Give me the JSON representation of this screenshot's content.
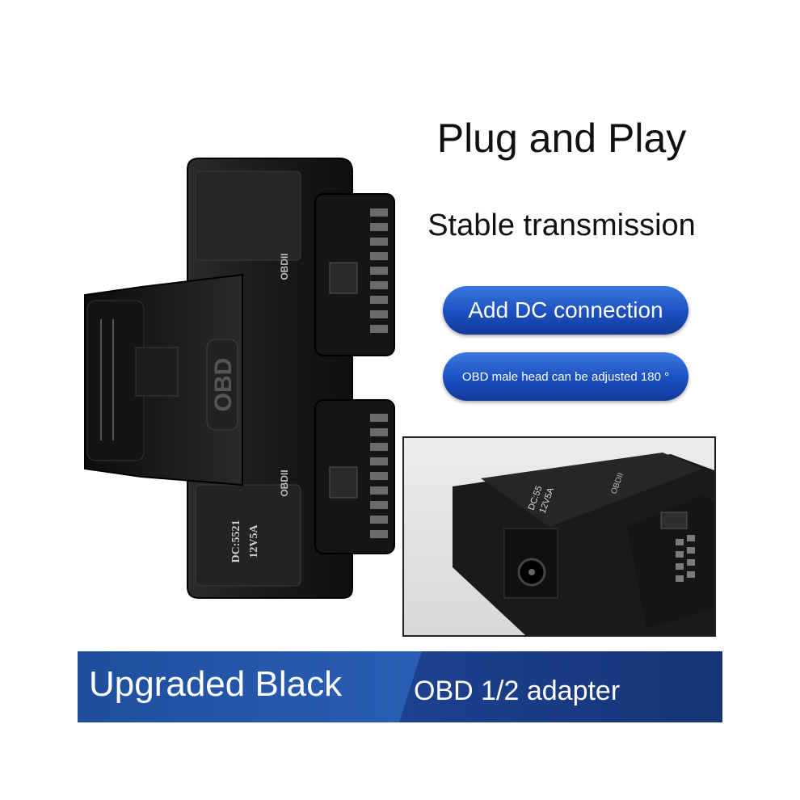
{
  "headline": "Plug and Play",
  "subheadline": "Stable transmission",
  "badges": [
    "Add DC connection",
    "OBD male head can be adjusted 180 °"
  ],
  "product_labels": {
    "obd_logo": "OBD",
    "port_top": "OBDII",
    "port_bottom": "OBDII",
    "dc_spec_line1": "DC:5521",
    "dc_spec_line2": "12V5A"
  },
  "inset_labels": {
    "dc_line1": "DC:55",
    "dc_line2": "12V5A",
    "port": "OBDII"
  },
  "banner": {
    "left_text": "Upgraded Black",
    "right_text": "OBD 1/2 adapter"
  },
  "colors": {
    "accent_blue": "#1b4fc0",
    "banner_blue": "#1f4e9d",
    "product_black": "#1a1a1a"
  }
}
